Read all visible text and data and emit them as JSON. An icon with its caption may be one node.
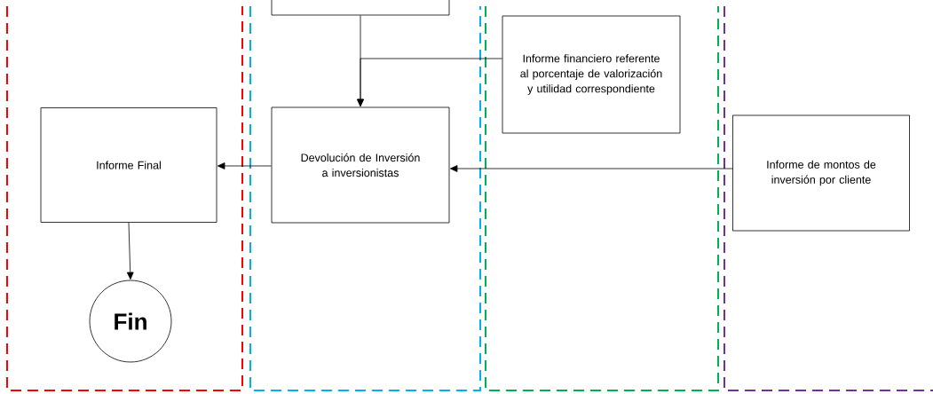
{
  "diagram": {
    "nodes": [
      {
        "text": [],
        "shape": "box"
      },
      {
        "text": [
          "Informe financiero referente al porcentaje de valorización y utilidad correspondiente"
        ]
      },
      {
        "text": [
          "Devolución de Inversión a inversionistas"
        ]
      },
      {
        "text": [
          "Informe Final"
        ]
      },
      {
        "text": [
          "Informe de montos de inversión por cliente"
        ]
      },
      {
        "text": [
          "Fin"
        ]
      }
    ],
    "edges": [
      {
        "from": 0,
        "to": 2,
        "arrow": "to"
      },
      {
        "from": 1,
        "to": 2,
        "arrow": "to"
      },
      {
        "from": 4,
        "to": 2,
        "arrow": "to"
      },
      {
        "from": 2,
        "to": 3,
        "arrow": "to"
      },
      {
        "from": 3,
        "to": 5,
        "arrow": "to"
      }
    ]
  }
}
